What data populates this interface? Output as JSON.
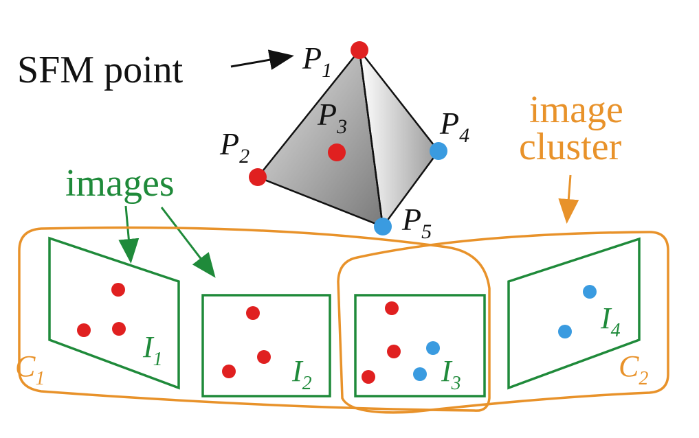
{
  "colors": {
    "red_point": "#e02020",
    "blue_point": "#3a9be0",
    "green": "#1f8a3a",
    "orange": "#e8922a",
    "black": "#111111"
  },
  "labels": {
    "sfm_point": "SFM point",
    "images": "images",
    "image_cluster_line1": "image",
    "image_cluster_line2": "cluster"
  },
  "points": [
    {
      "name": "P",
      "sub": "1",
      "color": "red"
    },
    {
      "name": "P",
      "sub": "2",
      "color": "red"
    },
    {
      "name": "P",
      "sub": "3",
      "color": "red"
    },
    {
      "name": "P",
      "sub": "4",
      "color": "blue"
    },
    {
      "name": "P",
      "sub": "5",
      "color": "blue"
    }
  ],
  "image_frames": [
    {
      "name": "I",
      "sub": "1"
    },
    {
      "name": "I",
      "sub": "2"
    },
    {
      "name": "I",
      "sub": "3"
    },
    {
      "name": "I",
      "sub": "4"
    }
  ],
  "clusters": [
    {
      "name": "C",
      "sub": "1"
    },
    {
      "name": "C",
      "sub": "2"
    }
  ]
}
